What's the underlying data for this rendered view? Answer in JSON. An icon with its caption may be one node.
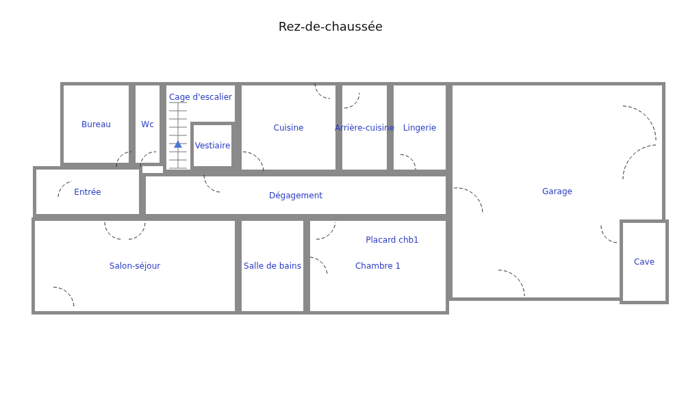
{
  "diagram": {
    "title": "Rez-de-chaussée",
    "nodes": [
      {
        "text": [
          "Bureau"
        ]
      },
      {
        "text": [
          "Wc"
        ]
      },
      {
        "text": [
          "Cage d'escalier"
        ]
      },
      {
        "text": [
          "Vestiaire"
        ],
        "in": 2
      },
      {
        "text": [
          "Cuisine"
        ]
      },
      {
        "text": [
          "Arrière-cuisine"
        ]
      },
      {
        "text": [
          "Lingerie"
        ]
      },
      {
        "text": [
          "Garage"
        ]
      },
      {
        "text": [
          "Entrée"
        ]
      },
      {
        "text": [
          "Dégagement"
        ]
      },
      {
        "text": [
          "Salon-séjour"
        ]
      },
      {
        "text": [
          "Salle de bains"
        ]
      },
      {
        "text": [
          "Chambre 1"
        ]
      },
      {
        "text": [
          "Placard chb1"
        ],
        "in": 12
      },
      {
        "text": [
          "Cave"
        ],
        "in": 7
      }
    ]
  }
}
